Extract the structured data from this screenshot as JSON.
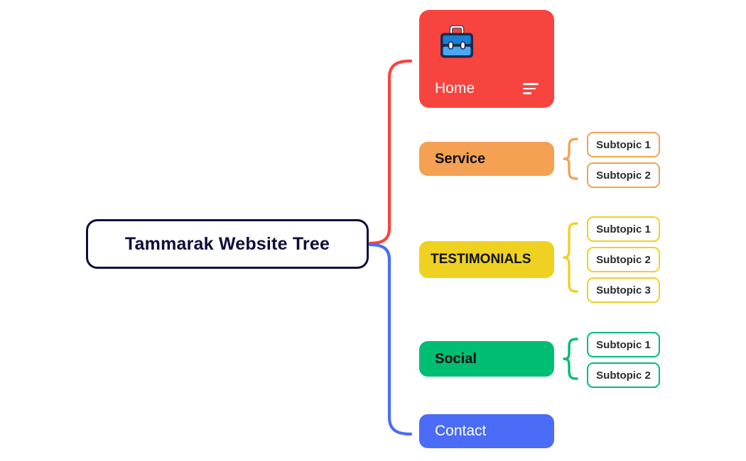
{
  "diagram": {
    "type": "mind-map",
    "root": {
      "label": "Tammarak Website Tree",
      "text_color": "#0d0d3d",
      "border_color": "#0d0d3d",
      "fill": "#ffffff"
    },
    "connector_colors": {
      "upper_branch": "#F7443E",
      "lower_branch": "#4A6CF7"
    },
    "branches": [
      {
        "id": "home",
        "label": "Home",
        "color": "#F7443E",
        "text_color": "#ffffff",
        "icon": "briefcase-icon",
        "menu_icon": "hamburger-menu-icon",
        "subtopics": []
      },
      {
        "id": "service",
        "label": "Service",
        "color": "#F4A153",
        "text_color": "#111111",
        "subtopics": [
          "Subtopic 1",
          "Subtopic 2"
        ]
      },
      {
        "id": "testimonials",
        "label": "TESTIMONIALS",
        "color": "#EFD122",
        "text_color": "#111111",
        "subtopics": [
          "Subtopic 1",
          "Subtopic 2",
          "Subtopic 3"
        ]
      },
      {
        "id": "social",
        "label": "Social",
        "color": "#00BD74",
        "text_color": "#111111",
        "subtopics": [
          "Subtopic 1",
          "Subtopic 2"
        ]
      },
      {
        "id": "contact",
        "label": "Contact",
        "color": "#4A6CF7",
        "text_color": "#ffffff",
        "subtopics": []
      }
    ]
  }
}
